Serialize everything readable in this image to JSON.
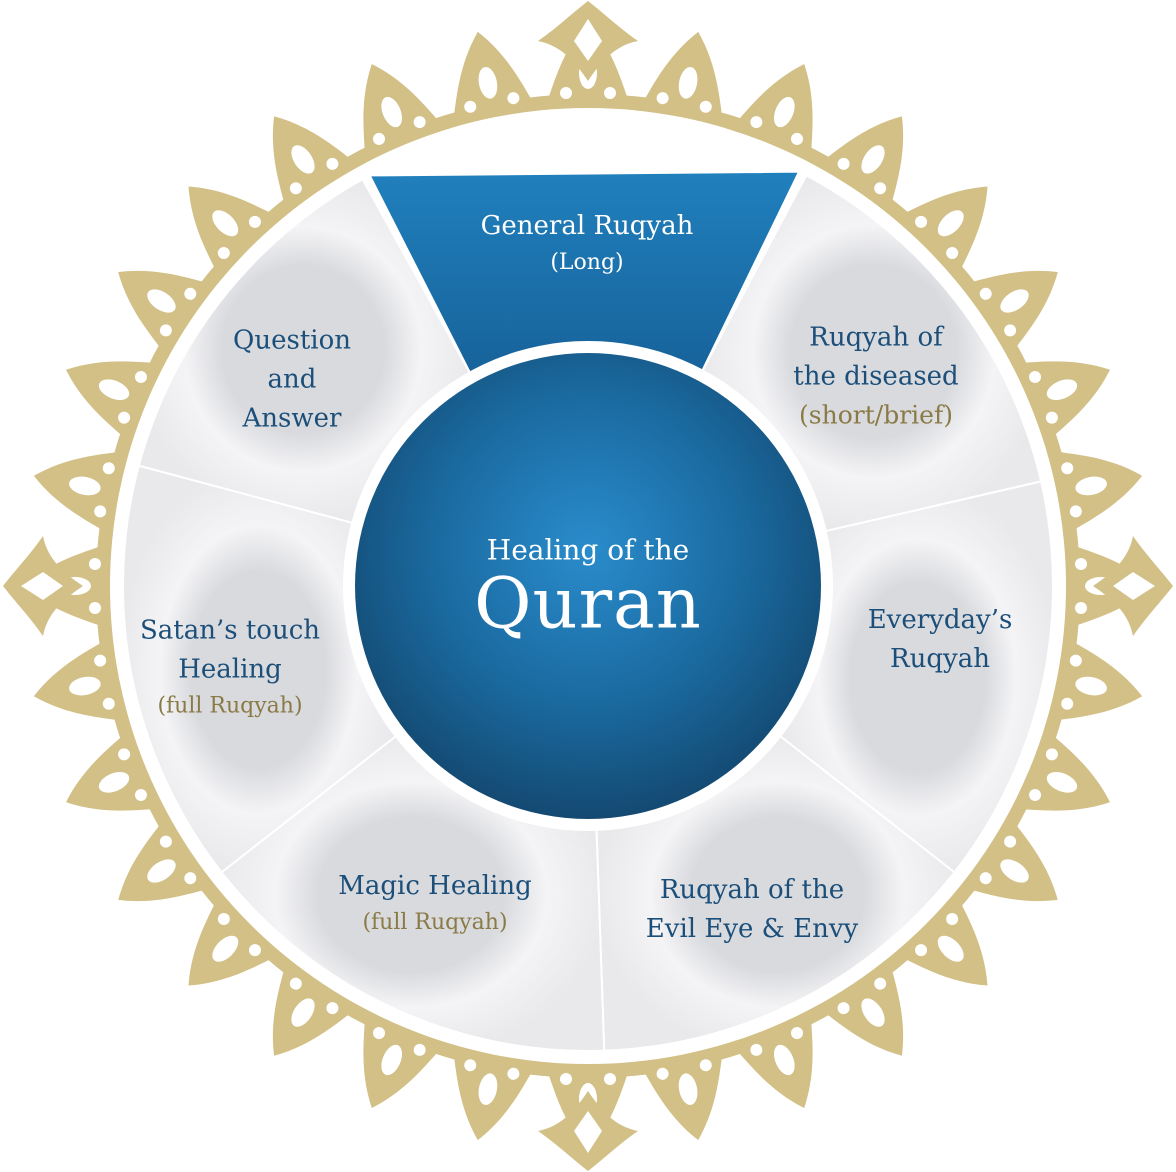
{
  "center": {
    "title_small": "Healing of the",
    "title_large": "Quran"
  },
  "segments": [
    {
      "lines": [
        "General Ruqyah"
      ],
      "sub": "(Long)",
      "highlighted": true
    },
    {
      "lines": [
        "Ruqyah of",
        "the diseased"
      ],
      "sub": "(short/brief)"
    },
    {
      "lines": [
        "Everyday’s",
        "Ruqyah"
      ],
      "sub": ""
    },
    {
      "lines": [
        "Ruqyah of the",
        "Evil Eye & Envy"
      ],
      "sub": ""
    },
    {
      "lines": [
        "Magic Healing"
      ],
      "sub": "(full Ruqyah)"
    },
    {
      "lines": [
        "Satan’s touch",
        "Healing"
      ],
      "sub": "(full Ruqyah)"
    },
    {
      "lines": [
        "Question",
        "and",
        "Answer"
      ],
      "sub": ""
    }
  ],
  "colors": {
    "highlight_segment": "#1f78b4",
    "center_circle": "#1a6aa0",
    "heading_text": "#1b4f7a",
    "subtext": "#8a7a45",
    "ornament_gold": "#d2c087",
    "segment_fill": "#f1f1f3"
  },
  "icons": {
    "frame": "gold-ornamental-frame-icon"
  }
}
